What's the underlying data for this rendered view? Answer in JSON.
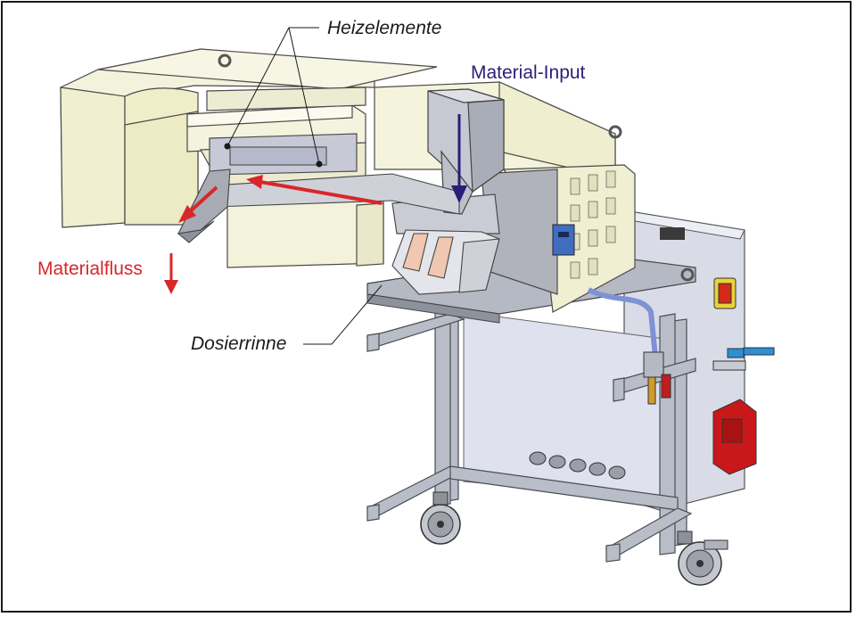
{
  "labels": {
    "heizelemente": "Heizelemente",
    "material_input": "Material-Input",
    "materialfluss": "Materialfluss",
    "dosierrinne": "Dosierrinne"
  },
  "colors": {
    "input_arrow": "#2a1e78",
    "flow_arrow": "#d8262a",
    "label_text": "#1a1a1a",
    "panel_cream": "#f3f1d6",
    "steel_light": "#c8ccd6",
    "steel_mid": "#a4a9b4",
    "steel_dark": "#6c717c",
    "cabinet": "#e4e6f0",
    "switch_red": "#d42a1a",
    "plug_red": "#c9181a",
    "hose_blue": "#7f92d6",
    "connector_blue": "#2f8fd0"
  }
}
